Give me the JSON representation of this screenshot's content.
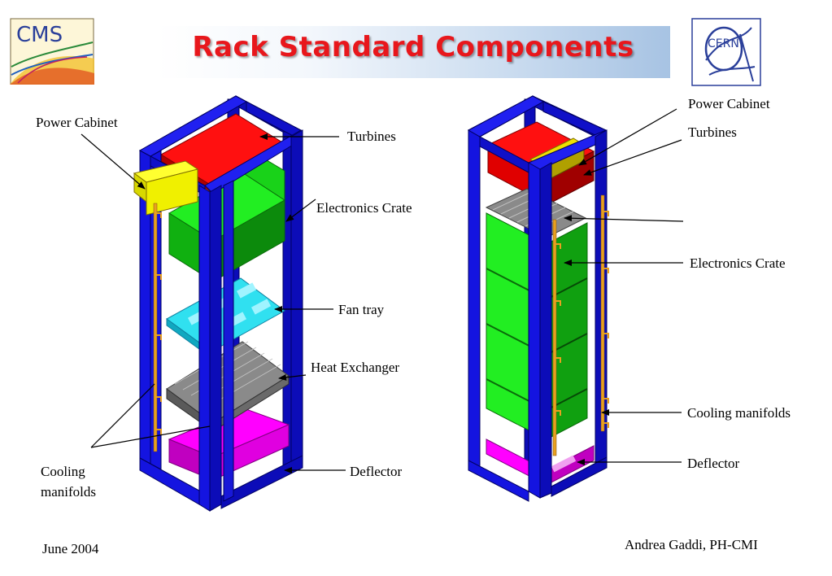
{
  "header": {
    "title": "Rack Standard Components",
    "left_logo_text": "CMS",
    "right_logo_text": "CERN"
  },
  "left_rack": {
    "labels": {
      "power_cabinet": "Power Cabinet",
      "turbines": "Turbines",
      "electronics_crate": "Electronics Crate",
      "fan_tray": "Fan tray",
      "heat_exchanger": "Heat Exchanger",
      "deflector": "Deflector",
      "cooling_line1": "Cooling",
      "cooling_line2": "manifolds"
    }
  },
  "right_rack": {
    "labels": {
      "power_cabinet": "Power Cabinet",
      "turbines": "Turbines",
      "electronics_crate": "Electronics Crate",
      "cooling_manifolds": "Cooling manifolds",
      "deflector": "Deflector"
    }
  },
  "footer": {
    "date": "June 2004",
    "author": "Andrea Gaddi, PH-CMI"
  },
  "colors": {
    "frame": "#1010d8",
    "turbines": "#ff0000",
    "power_cabinet": "#ffff00",
    "crate": "#00dd00",
    "fan_tray": "#30e0f0",
    "heat_exchanger": "#8a8a8a",
    "deflector": "#ff00ff",
    "manifold": "#e8a020",
    "title": "#e8171c"
  }
}
